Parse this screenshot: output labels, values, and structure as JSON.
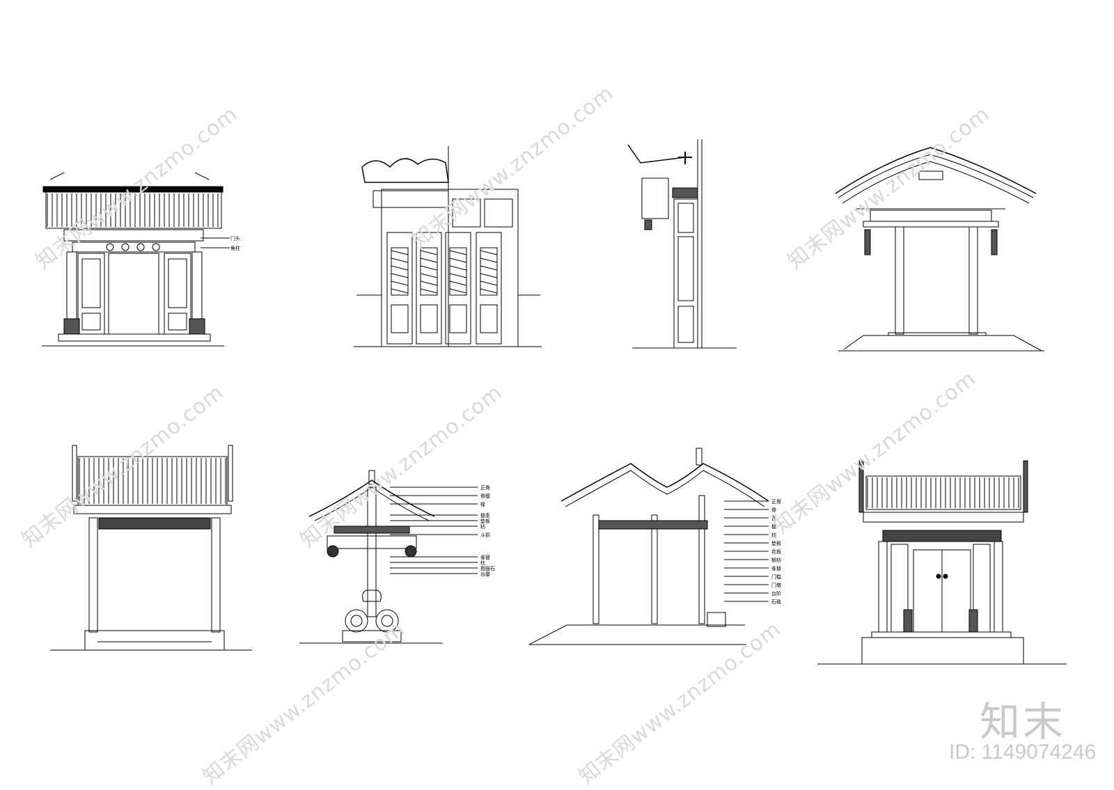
{
  "watermark": {
    "text": "知末网www.znzmo.com",
    "brand": "知末",
    "image_id": "ID: 1149074246"
  },
  "drawings": [
    {
      "name": "gate-front-elevation-1",
      "labels": [
        "门头",
        "角柱"
      ]
    },
    {
      "name": "door-panel-elevation",
      "labels": []
    },
    {
      "name": "gate-side-section-detail",
      "labels": []
    },
    {
      "name": "gate-side-elevation-roof",
      "labels": []
    },
    {
      "name": "gate-front-elevation-2",
      "labels": []
    },
    {
      "name": "gate-section-1",
      "labels": [
        "正脊",
        "脊檩",
        "椽",
        "檩条",
        "垫板",
        "枋",
        "斗拱",
        "雀替",
        "柱",
        "抱鼓石",
        "台基"
      ]
    },
    {
      "name": "gate-section-2",
      "labels": [
        "正脊",
        "脊",
        "瓦",
        "檩",
        "枋",
        "垫板",
        "花板",
        "额枋",
        "雀替",
        "门槛",
        "门墩",
        "台阶",
        "石础"
      ]
    },
    {
      "name": "gate-front-elevation-3",
      "labels": []
    }
  ]
}
